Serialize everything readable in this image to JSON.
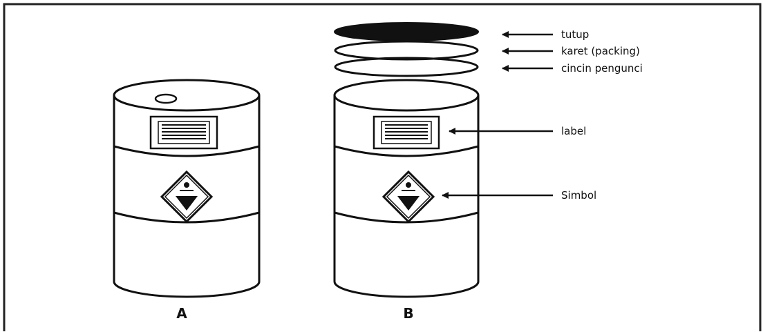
{
  "colors": {
    "ink": "#111111",
    "background": "#ffffff"
  },
  "drums": {
    "a": {
      "caption": "A"
    },
    "b": {
      "caption": "B"
    }
  },
  "callouts": {
    "tutup": "tutup",
    "karet": "karet (packing)",
    "cincin": "cincin pengunci",
    "label": "label",
    "simbol": "Simbol"
  }
}
